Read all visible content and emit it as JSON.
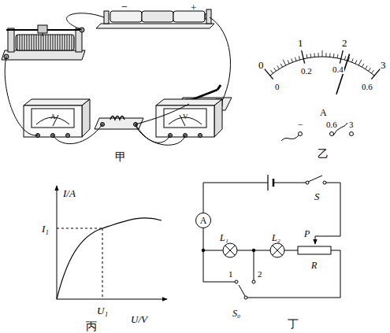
{
  "diagram": {
    "nodes": [
      {
        "text": [
          "A"
        ]
      }
    ],
    "labels": [
      "−",
      "+",
      "A",
      "V",
      "甲",
      "0",
      "1",
      "2",
      "3",
      "0",
      "0.2",
      "0.4",
      "0.6",
      "A",
      "−",
      "0.6",
      "3",
      "乙",
      "I/A",
      "I₁",
      "U₁",
      "U/V",
      "丙",
      "S",
      "L₁",
      "L₂",
      "P",
      "R",
      "1",
      "2",
      "S₀",
      "丁"
    ]
  }
}
